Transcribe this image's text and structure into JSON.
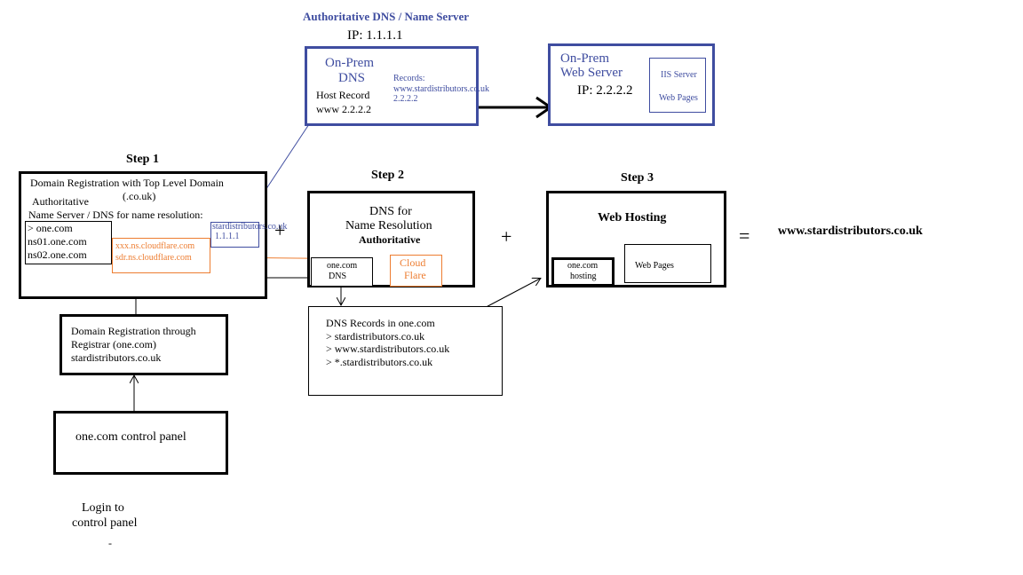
{
  "auth_dns": {
    "heading": "Authoritative DNS / Name Server",
    "ip": "IP: 1.1.1.1",
    "title_line1": "On-Prem",
    "title_line2": "DNS",
    "host_record_label": "Host Record",
    "host_record_value": "www  2.2.2.2",
    "records_label": "Records:",
    "records_domain": "www.stardistributors.co.uk",
    "records_ip": "2.2.2.2"
  },
  "web_server": {
    "title_line1": "On-Prem",
    "title_line2": "Web Server",
    "ip": "IP: 2.2.2.2",
    "iis": "IIS Server",
    "pages": "Web Pages"
  },
  "step1": {
    "heading": "Step 1",
    "title_line1": "Domain Registration with Top Level Domain",
    "title_line2": "(.co.uk)",
    "ns_label_line1": "Authoritative",
    "ns_label_line2": "Name Server / DNS for name resolution:",
    "ns_list": [
      "> one.com",
      "ns01.one.com",
      "ns02.one.com"
    ],
    "cloudflare_ns": [
      "xxx.ns.cloudflare.com",
      "sdr.ns.cloudflare.com"
    ],
    "glue_domain": "stardistributors.co.uk",
    "glue_ip": "1.1.1.1"
  },
  "registrar": {
    "line1": "Domain Registration through",
    "line2": "Registrar (one.com)",
    "line3": "stardistributors.co.uk"
  },
  "control_panel": {
    "label": "one.com control panel",
    "login_line1": "Login to",
    "login_line2": "control panel",
    "dash": "-"
  },
  "step2": {
    "heading": "Step 2",
    "title_line1": "DNS for",
    "title_line2": "Name Resolution",
    "subtitle": "Authoritative",
    "onecom_line1": "one.com",
    "onecom_line2": "DNS",
    "cloudflare_line1": "Cloud",
    "cloudflare_line2": "Flare"
  },
  "dns_records": {
    "title": "DNS Records in one.com",
    "items": [
      "> stardistributors.co.uk",
      "> www.stardistributors.co.uk",
      "> *.stardistributors.co.uk"
    ]
  },
  "step3": {
    "heading": "Step 3",
    "title": "Web Hosting",
    "hosting_line1": "one.com",
    "hosting_line2": "hosting",
    "web_pages": "Web Pages"
  },
  "operators": {
    "plus1": "+",
    "plus2": "+",
    "equals": "="
  },
  "result": {
    "domain": "www.stardistributors.co.uk"
  },
  "colors": {
    "blue": "#3f4da0",
    "orange": "#ed7d31",
    "black": "#000000"
  }
}
